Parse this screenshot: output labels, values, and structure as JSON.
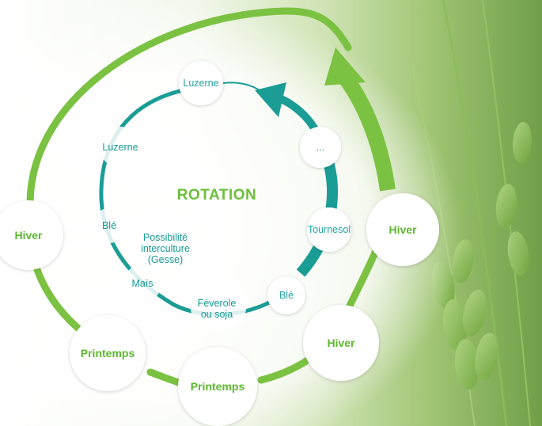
{
  "diagram": {
    "title": "ROTATION",
    "seasons": [
      "Hiver",
      "Hiver",
      "Hiver",
      "Printemps",
      "Printemps"
    ],
    "crops": {
      "luzerne_top": "Luzerne",
      "ellipsis": "...",
      "luzerne_left": "Luzerne",
      "tournesol": "Tournesol",
      "ble_left": "Blé",
      "interculture": [
        "Possibilité",
        "interculture",
        "(Gesse)"
      ],
      "mais": "Maïs",
      "feverole": [
        "Féverole",
        "ou soja"
      ],
      "ble_bottom": "Blé"
    },
    "colors": {
      "outer_arrow": "#7cc242",
      "inner_arrow": "#1b9d96",
      "season_text": "#5cb82e",
      "crop_text": "#149a95"
    }
  }
}
